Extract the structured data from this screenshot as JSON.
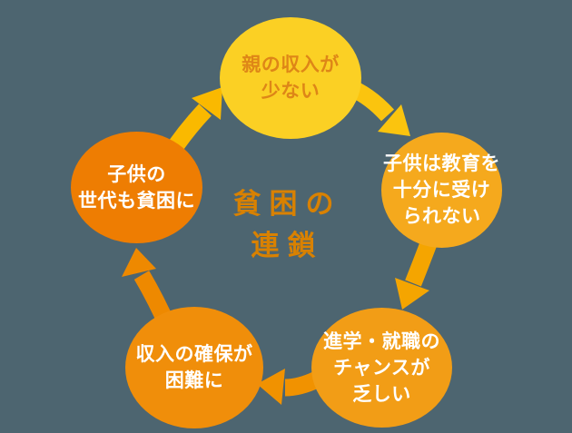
{
  "background_color": "#4D6570",
  "center_label": {
    "lines": [
      "貧困の",
      "連鎖"
    ],
    "color": "#D98100"
  },
  "cycle": {
    "nodes": [
      {
        "id": "parent-income",
        "lines": [
          "親の収入が",
          "少ない"
        ],
        "fill": "#FBD024",
        "text_color": "#DE8617"
      },
      {
        "id": "child-education",
        "lines": [
          "子供は教育を",
          "十分に受け",
          "られない"
        ],
        "fill": "#F5A91D",
        "text_color": "#FFFFFF"
      },
      {
        "id": "career-chance",
        "lines": [
          "進学・就職の",
          "チャンスが",
          "乏しい"
        ],
        "fill": "#F29D16",
        "text_color": "#FFFFFF"
      },
      {
        "id": "income-security",
        "lines": [
          "収入の確保が",
          "困難に"
        ],
        "fill": "#F08E0A",
        "text_color": "#FFFFFF"
      },
      {
        "id": "next-generation-poverty",
        "lines": [
          "子供の",
          "世代も貧困に"
        ],
        "fill": "#EE7D02",
        "text_color": "#FFFFFF"
      }
    ],
    "arrows": [
      {
        "from": "parent-income",
        "to": "child-education",
        "color": "#FBC40E"
      },
      {
        "from": "child-education",
        "to": "career-chance",
        "color": "#F5A500"
      },
      {
        "from": "career-chance",
        "to": "income-security",
        "color": "#F19200"
      },
      {
        "from": "income-security",
        "to": "next-generation-poverty",
        "color": "#EE8900"
      },
      {
        "from": "next-generation-poverty",
        "to": "parent-income",
        "color": "#FAB900"
      }
    ]
  }
}
